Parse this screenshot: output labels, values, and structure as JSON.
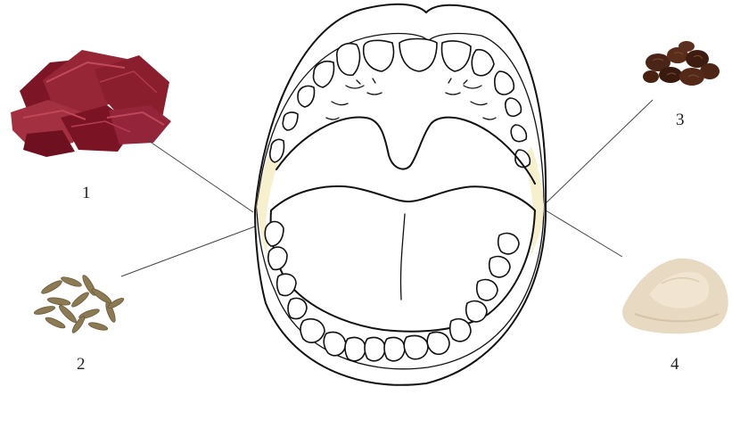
{
  "labels": [
    "1",
    "2",
    "3",
    "4"
  ],
  "items": [
    {
      "number": "1",
      "icon": "dried-meat-icon"
    },
    {
      "number": "2",
      "icon": "cumin-seeds-icon"
    },
    {
      "number": "3",
      "icon": "raisins-icon"
    },
    {
      "number": "4",
      "icon": "powder-pile-icon"
    }
  ],
  "colors": {
    "ink": "#111111",
    "mouth_corner_shade": "#f7f0cf",
    "meat": "#8e1e2c",
    "seed": "#8c7a55",
    "raisin": "#4a2417",
    "powder": "#e8d9c2"
  }
}
